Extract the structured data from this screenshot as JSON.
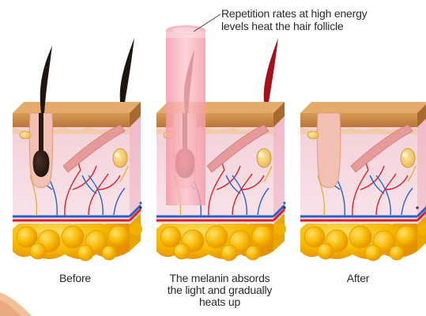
{
  "annotation": {
    "line1": "Repetition rates at high energy",
    "line2": "levels heat the hair follicle"
  },
  "captions": {
    "before": "Before",
    "middle_line1": "The melanin absords",
    "middle_line2": "the light and gradually",
    "middle_line3": "heats up",
    "after": "After"
  },
  "colors": {
    "hair": "#1e1410",
    "hair_heated": "#a3121b",
    "laser": "#f7aab4",
    "skin_top": "#c98a4a",
    "dermis": "#f6d8de",
    "fat": "#f6b600",
    "vein": "#2860c8",
    "artery": "#d8202a"
  },
  "icons": [
    "hair-strand",
    "hair-follicle",
    "sebaceous-gland",
    "arrector-muscle",
    "blood-vessels",
    "fat-layer",
    "laser-beam"
  ]
}
